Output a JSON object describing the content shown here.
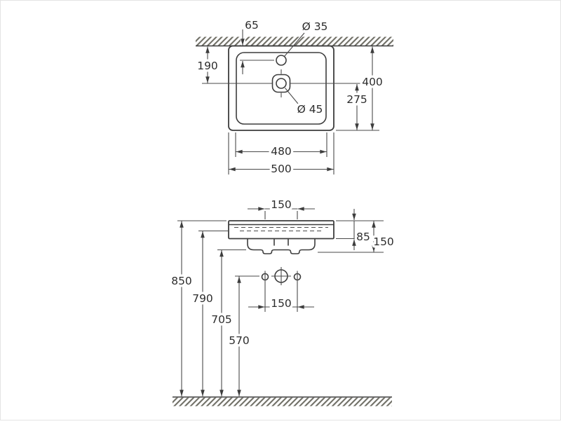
{
  "page": {
    "background": "#ffffff"
  },
  "colors": {
    "line": "#3d3d3d",
    "thin": "#4a4a4a",
    "hatch": "#706f66",
    "text": "#2d2d2d",
    "halo": "#ffffff",
    "background": "#ffffff"
  },
  "top_view": {
    "dims": {
      "tap_offset": "65",
      "tap_diameter": "Ø 35",
      "back_to_drain": "190",
      "depth": "400",
      "drain_to_front": "275",
      "drain_diameter": "Ø 45",
      "inner_width": "480",
      "width": "500"
    }
  },
  "front_view": {
    "dims": {
      "top_width": "150",
      "rim_height": "85",
      "body_height": "150",
      "height_rim": "850",
      "height_underside": "790",
      "height_shroud": "705",
      "height_outlet": "570",
      "hole_spacing": "150"
    }
  }
}
